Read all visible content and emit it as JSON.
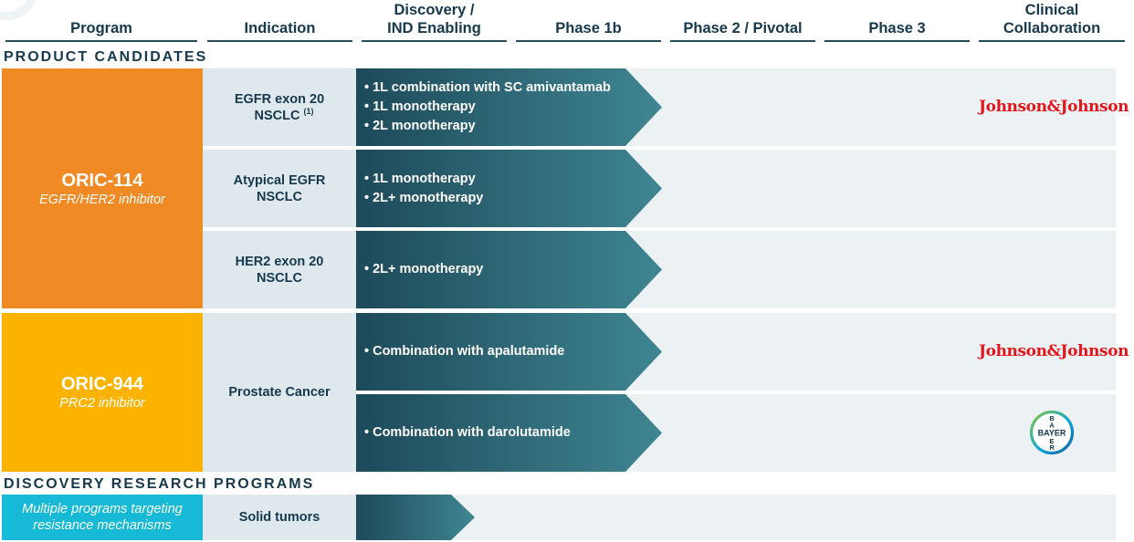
{
  "header": {
    "program": "Program",
    "indication": "Indication",
    "discovery_line1": "Discovery /",
    "discovery_line2": "IND Enabling",
    "phase1b": "Phase 1b",
    "phase2": "Phase 2 / Pivotal",
    "phase3": "Phase 3",
    "collab_line1": "Clinical",
    "collab_line2": "Collaboration"
  },
  "sections": {
    "product_candidates": "PRODUCT CANDIDATES",
    "discovery_research": "DISCOVERY RESEARCH PROGRAMS"
  },
  "programs": {
    "oric114": {
      "name": "ORIC-114",
      "subtitle": "EGFR/HER2 inhibitor",
      "color": "#f08a24"
    },
    "oric944": {
      "name": "ORIC-944",
      "subtitle": "PRC2 inhibitor",
      "color": "#fbb300"
    },
    "discovery": {
      "line1": "Multiple programs targeting",
      "line2": "resistance mechanisms",
      "color": "#16b9d6"
    }
  },
  "indications": {
    "egfr_exon20": {
      "line1": "EGFR exon 20",
      "line2": "NSCLC",
      "footnote": "(1)"
    },
    "atypical_egfr": {
      "line1": "Atypical EGFR",
      "line2": "NSCLC"
    },
    "her2_exon20": {
      "line1": "HER2 exon 20",
      "line2": "NSCLC"
    },
    "prostate": {
      "label": "Prostate Cancer"
    },
    "solid_tumors": {
      "label": "Solid tumors"
    }
  },
  "arrows": {
    "egfr_exon20": [
      "• 1L combination with SC amivantamab",
      "• 1L monotherapy",
      "• 2L monotherapy"
    ],
    "atypical_egfr": [
      "• 1L monotherapy",
      "• 2L+ monotherapy"
    ],
    "her2_exon20": [
      "• 2L+ monotherapy"
    ],
    "prostate_apalutamide": [
      "• Combination with apalutamide"
    ],
    "prostate_darolutamide": [
      "• Combination with darolutamide"
    ]
  },
  "collaborators": {
    "jnj_1": "Johnson&Johnson",
    "jnj_2": "Johnson&Johnson",
    "bayer": {
      "letters_h": "BAYER",
      "letters_v": "BAYER",
      "icon": "bayer-cross-logo"
    }
  },
  "colors": {
    "header_text": "#17394d",
    "lane": "#ecf1f3",
    "indication_bg": "#dfe8ec",
    "arrow_start": "#1e4a5a",
    "arrow_end": "#3f8592",
    "jnj_red": "#e3151a"
  }
}
